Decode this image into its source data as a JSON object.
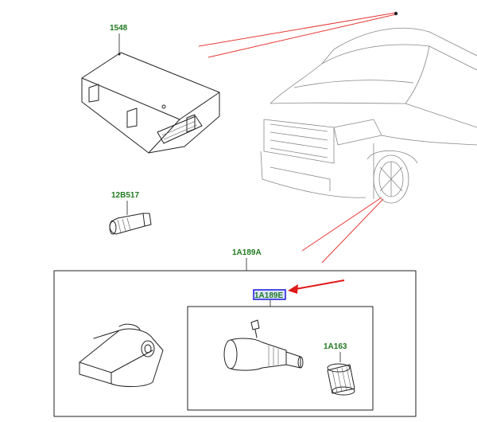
{
  "parts": {
    "module": "1548",
    "valve_cap": "12B517",
    "sensor_kit": "1A189A",
    "sensor_highlight": "1A189E",
    "tpms_cap": "1A163"
  },
  "colors": {
    "label_text": "#1f7a1f",
    "highlight_border": "#1a1ad9",
    "highlight_fill": "#dde4ff",
    "pointer_arrow": "#e0191b",
    "callout_lines": "#e53935"
  }
}
